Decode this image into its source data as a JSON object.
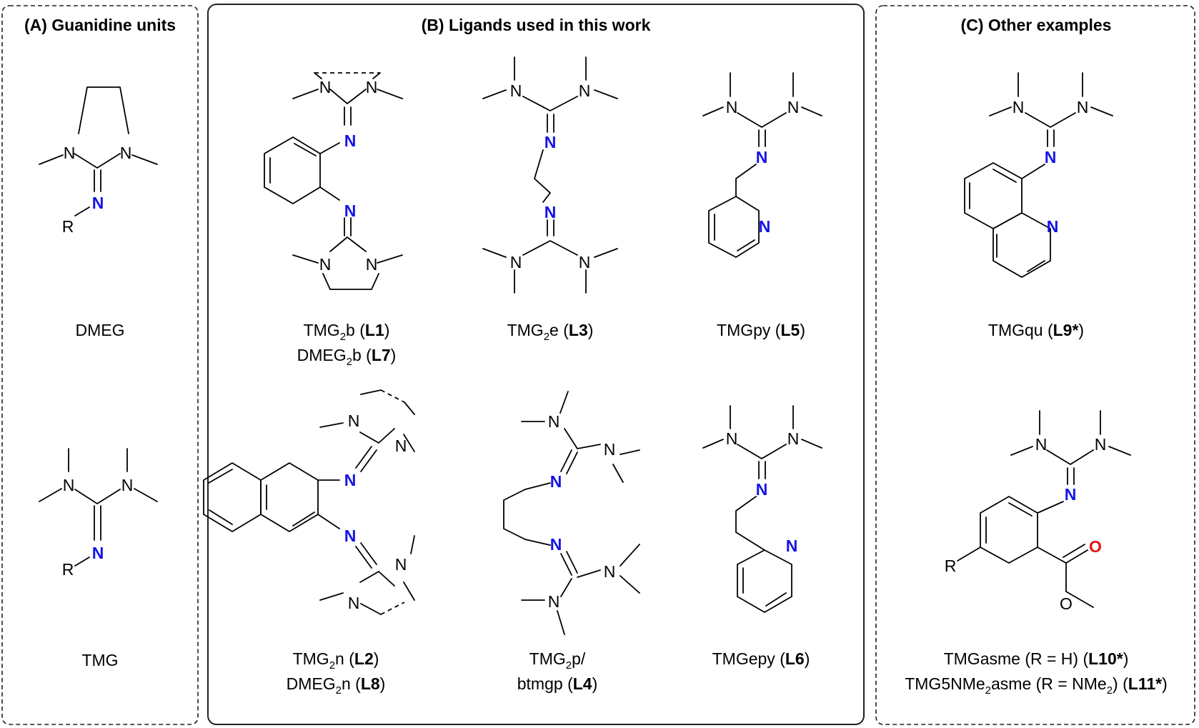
{
  "panels": {
    "a": {
      "title": "(A) Guanidine units",
      "units": [
        {
          "label": "DMEG"
        },
        {
          "label": "TMG"
        }
      ]
    },
    "b": {
      "title": "(B) Ligands used in this work"
    },
    "c": {
      "title": "(C) Other examples"
    }
  },
  "atoms": {
    "nitrogen": "N",
    "oxygen": "O",
    "substituent": "R"
  },
  "ligands": {
    "l1": {
      "name_pre": "TMG",
      "sub": "2",
      "name_post": "b (",
      "code": "L1",
      "close": ")"
    },
    "l7": {
      "name_pre": "DMEG",
      "sub": "2",
      "name_post": "b (",
      "code": "L7",
      "close": ")"
    },
    "l3": {
      "name_pre": "TMG",
      "sub": "2",
      "name_post": "e (",
      "code": "L3",
      "close": ")"
    },
    "l5": {
      "name": "TMGpy (",
      "code": "L5",
      "close": ")"
    },
    "l2": {
      "name_pre": "TMG",
      "sub": "2",
      "name_post": "n (",
      "code": "L2",
      "close": ")"
    },
    "l8": {
      "name_pre": "DMEG",
      "sub": "2",
      "name_post": "n (",
      "code": "L8",
      "close": ")"
    },
    "l4": {
      "line1_pre": "TMG",
      "sub": "2",
      "line1_post": "p/",
      "line2": "btmgp (",
      "code": "L4",
      "close": ")"
    },
    "l6": {
      "name": "TMGepy (",
      "code": "L6",
      "close": ")"
    },
    "l9": {
      "name": "TMGqu (",
      "code": "L9*",
      "close": ")"
    },
    "l10": {
      "name": "TMGasme (R = H) (",
      "code": "L10*",
      "close": ")"
    },
    "l11": {
      "pre": "TMG5NMe",
      "sub1": "2",
      "mid": "asme (R = NMe",
      "sub2": "2",
      "post": ") (",
      "code": "L11*",
      "close": ")"
    }
  },
  "colors": {
    "nitrogen_imine": "#1414e6",
    "oxygen_carbonyl": "#e61414",
    "frame": "#222222"
  }
}
